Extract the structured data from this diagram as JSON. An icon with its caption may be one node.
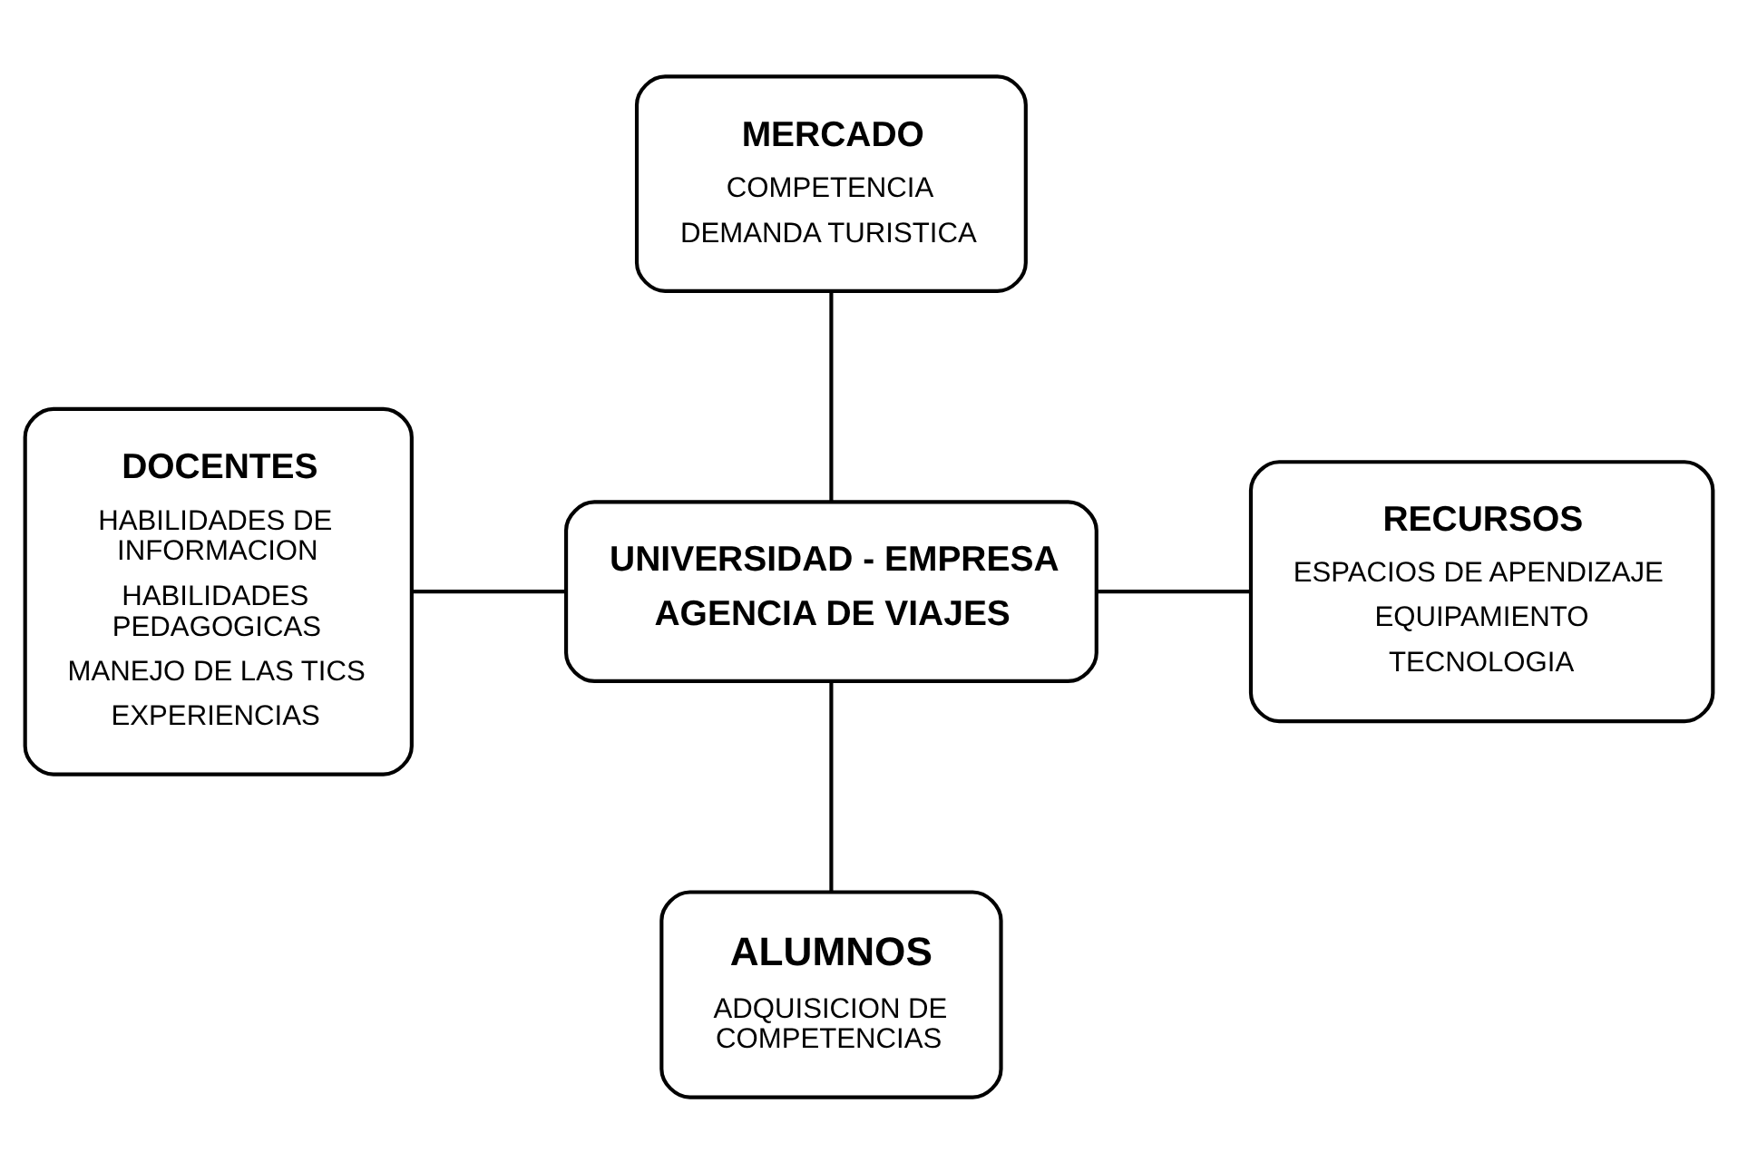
{
  "diagram": {
    "nodes": [
      {
        "text": [
          "MERCADO",
          "COMPETENCIA",
          "DEMANDA TURISTICA"
        ]
      },
      {
        "text": [
          "DOCENTES",
          "HABILIDADES DE INFORMACION",
          "HABILIDADES PEDAGOGICAS",
          "MANEJO DE LAS TICS",
          "EXPERIENCIAS"
        ]
      },
      {
        "text": [
          "UNIVERSIDAD - EMPRESA",
          "AGENCIA DE VIAJES"
        ]
      },
      {
        "text": [
          "RECURSOS",
          "ESPACIOS DE APENDIZAJE",
          "EQUIPAMIENTO",
          "TECNOLOGIA"
        ]
      },
      {
        "text": [
          "ALUMNOS",
          "ADQUISICION DE COMPETENCIAS"
        ]
      }
    ],
    "edges": [
      {
        "from": 0,
        "to": 2,
        "arrow": "none"
      },
      {
        "from": 1,
        "to": 2,
        "arrow": "none"
      },
      {
        "from": 2,
        "to": 3,
        "arrow": "none"
      },
      {
        "from": 2,
        "to": 4,
        "arrow": "none"
      }
    ]
  }
}
